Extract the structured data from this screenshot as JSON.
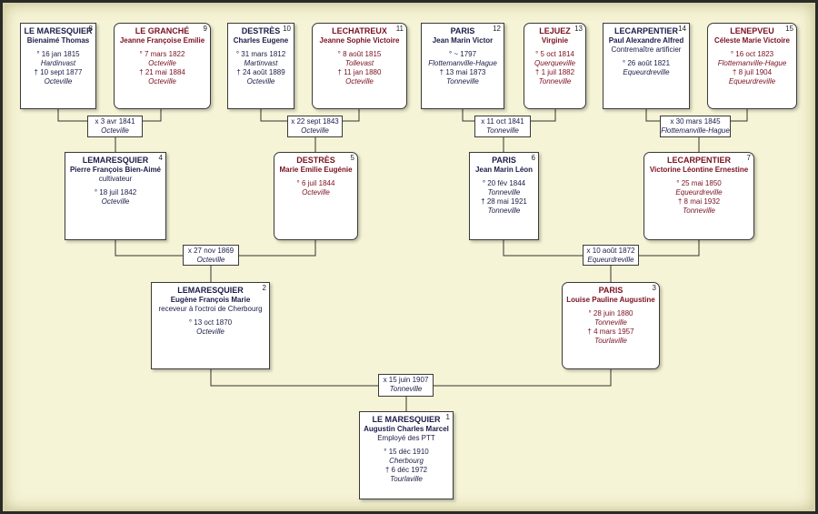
{
  "persons": [
    {
      "num": "1",
      "sex": "m",
      "surname": "LE MARESQUIER",
      "given": "Augustin Charles Marcel",
      "occupation": "Employé des PTT",
      "lines": [
        [
          "° 15 déc 1910",
          ""
        ],
        [
          "Cherbourg",
          "it"
        ],
        [
          "† 6 déc 1972",
          ""
        ],
        [
          "Tourlaville",
          "it"
        ]
      ]
    },
    {
      "num": "2",
      "sex": "m",
      "surname": "LEMARESQUIER",
      "given": "Eugène François Marie",
      "occupation": "receveur à l'octroi de Cherbourg",
      "lines": [
        [
          "° 13 oct 1870",
          ""
        ],
        [
          "Octeville",
          "it"
        ]
      ]
    },
    {
      "num": "3",
      "sex": "f",
      "surname": "PARIS",
      "given": "Louise Pauline Augustine",
      "occupation": "",
      "lines": [
        [
          "° 28 juin 1880",
          ""
        ],
        [
          "Tonneville",
          "it"
        ],
        [
          "† 4 mars 1957",
          ""
        ],
        [
          "Tourlaville",
          "it"
        ]
      ]
    },
    {
      "num": "4",
      "sex": "m",
      "surname": "LEMARESQUIER",
      "given": "Pierre François Bien-Aimé",
      "occupation": "cultivateur",
      "lines": [
        [
          "° 18 juil 1842",
          ""
        ],
        [
          "Octeville",
          "it"
        ]
      ]
    },
    {
      "num": "5",
      "sex": "f",
      "surname": "DESTRÈS",
      "given": "Marie Emilie Eugénie",
      "occupation": "",
      "lines": [
        [
          "° 6 juil 1844",
          ""
        ],
        [
          "Octeville",
          "it"
        ]
      ]
    },
    {
      "num": "6",
      "sex": "m",
      "surname": "PARIS",
      "given": "Jean Marin Léon",
      "occupation": "",
      "lines": [
        [
          "° 20 fév 1844",
          ""
        ],
        [
          "Tonneville",
          "it"
        ],
        [
          "† 28 mai 1921",
          ""
        ],
        [
          "Tonneville",
          "it"
        ]
      ]
    },
    {
      "num": "7",
      "sex": "f",
      "surname": "LECARPENTIER",
      "given": "Victorine Léontine Ernestine",
      "occupation": "",
      "lines": [
        [
          "° 25 mai 1850",
          ""
        ],
        [
          "Equeurdreville",
          "it"
        ],
        [
          "† 8 mai 1932",
          ""
        ],
        [
          "Tonneville",
          "it"
        ]
      ]
    },
    {
      "num": "8",
      "sex": "m",
      "surname": "LE MARESQUIER",
      "given": "Bienaimé Thomas",
      "occupation": "",
      "lines": [
        [
          "° 16 jan 1815",
          ""
        ],
        [
          "Hardinvast",
          "it"
        ],
        [
          "† 10 sept 1877",
          ""
        ],
        [
          "Octeville",
          "it"
        ]
      ]
    },
    {
      "num": "9",
      "sex": "f",
      "surname": "LE GRANCHÉ",
      "given": "Jeanne Françoise Emilie",
      "occupation": "",
      "lines": [
        [
          "° 7 mars 1822",
          ""
        ],
        [
          "Octeville",
          "it"
        ],
        [
          "† 21 mai 1884",
          ""
        ],
        [
          "Octeville",
          "it"
        ]
      ]
    },
    {
      "num": "10",
      "sex": "m",
      "surname": "DESTRÈS",
      "given": "Charles Eugene",
      "occupation": "",
      "lines": [
        [
          "° 31 mars 1812",
          ""
        ],
        [
          "Martinvast",
          "it"
        ],
        [
          "† 24 août 1889",
          ""
        ],
        [
          "Octeville",
          "it"
        ]
      ]
    },
    {
      "num": "11",
      "sex": "f",
      "surname": "LECHATREUX",
      "given": "Jeanne Sophie Victoire",
      "occupation": "",
      "lines": [
        [
          "° 8 août 1815",
          ""
        ],
        [
          "Tollevast",
          "it"
        ],
        [
          "† 11 jan 1880",
          ""
        ],
        [
          "Octeville",
          "it"
        ]
      ]
    },
    {
      "num": "12",
      "sex": "m",
      "surname": "PARIS",
      "given": "Jean Marin Victor",
      "occupation": "",
      "lines": [
        [
          "° ~ 1797",
          ""
        ],
        [
          "Flottemanville-Hague",
          "it"
        ],
        [
          "† 13 mai 1873",
          ""
        ],
        [
          "Tonneville",
          "it"
        ]
      ]
    },
    {
      "num": "13",
      "sex": "f",
      "surname": "LEJUEZ",
      "given": "Virginie",
      "occupation": "",
      "lines": [
        [
          "° 5 oct 1814",
          ""
        ],
        [
          "Querqueville",
          "it"
        ],
        [
          "† 1 juil 1882",
          ""
        ],
        [
          "Tonneville",
          "it"
        ]
      ]
    },
    {
      "num": "14",
      "sex": "m",
      "surname": "LECARPENTIER",
      "given": "Paul Alexandre Alfred",
      "occupation": "Contremaître artificier",
      "lines": [
        [
          "° 26 août 1821",
          ""
        ],
        [
          "Equeurdreville",
          "it"
        ]
      ]
    },
    {
      "num": "15",
      "sex": "f",
      "surname": "LENEPVEU",
      "given": "Céleste Marie Victoire",
      "occupation": "",
      "lines": [
        [
          "° 16 oct 1823",
          ""
        ],
        [
          "Flottemanville-Hague",
          "it"
        ],
        [
          "† 8 juil 1904",
          ""
        ],
        [
          "Equeurdreville",
          "it"
        ]
      ]
    }
  ],
  "marriages": [
    {
      "date": "x 15 juin 1907",
      "place": "Tonneville"
    },
    {
      "date": "x 27 nov 1869",
      "place": "Octeville"
    },
    {
      "date": "x 10 août 1872",
      "place": "Equeurdreville"
    },
    {
      "date": "x 3 avr 1841",
      "place": "Octeville"
    },
    {
      "date": "x 22 sept 1843",
      "place": "Octeville"
    },
    {
      "date": "x 11 oct 1841",
      "place": "Tonneville"
    },
    {
      "date": "x 30 mars 1845",
      "place": "Flottemanville-Hague"
    }
  ],
  "colors": {
    "male": "#1b1c48",
    "female": "#7a1020",
    "background": "#f6f4d6"
  }
}
